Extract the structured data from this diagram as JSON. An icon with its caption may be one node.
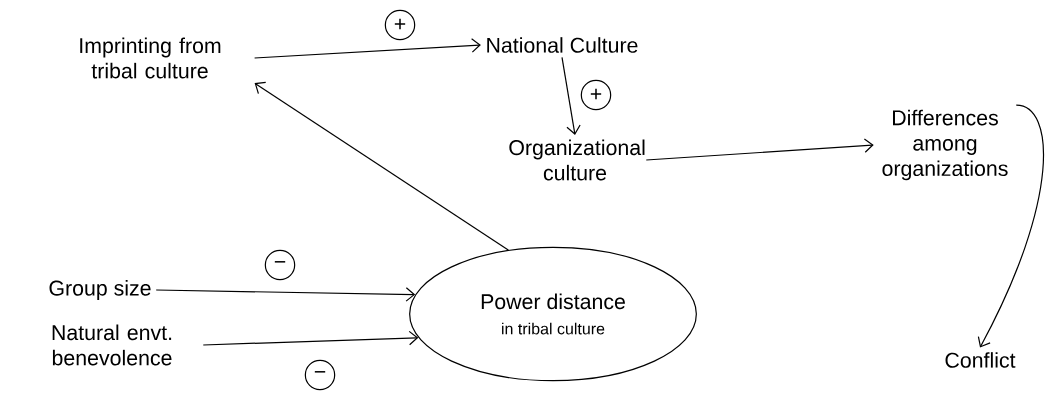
{
  "diagram": {
    "nodes": [
      {
        "text": [
          "Imprinting from tribal culture"
        ]
      },
      {
        "text": [
          "National Culture"
        ]
      },
      {
        "text": [
          "Organizational culture"
        ]
      },
      {
        "text": [
          "Differences among organizations"
        ]
      },
      {
        "text": [
          "Conflict"
        ]
      },
      {
        "text": [
          "Group size"
        ]
      },
      {
        "text": [
          "Natural envt. benevolence"
        ]
      },
      {
        "text": [
          "Power distance",
          "in tribal culture"
        ]
      }
    ],
    "edges": [
      {
        "from": 0,
        "to": 1,
        "arrow": "to",
        "label": "+"
      },
      {
        "from": 1,
        "to": 2,
        "arrow": "to",
        "label": "+"
      },
      {
        "from": 2,
        "to": 3,
        "arrow": "to"
      },
      {
        "from": 3,
        "to": 4,
        "arrow": "to"
      },
      {
        "from": 5,
        "to": 7,
        "arrow": "to",
        "label": "−"
      },
      {
        "from": 6,
        "to": 7,
        "arrow": "to",
        "label": "−"
      },
      {
        "from": 7,
        "to": 0,
        "arrow": "to"
      }
    ]
  }
}
